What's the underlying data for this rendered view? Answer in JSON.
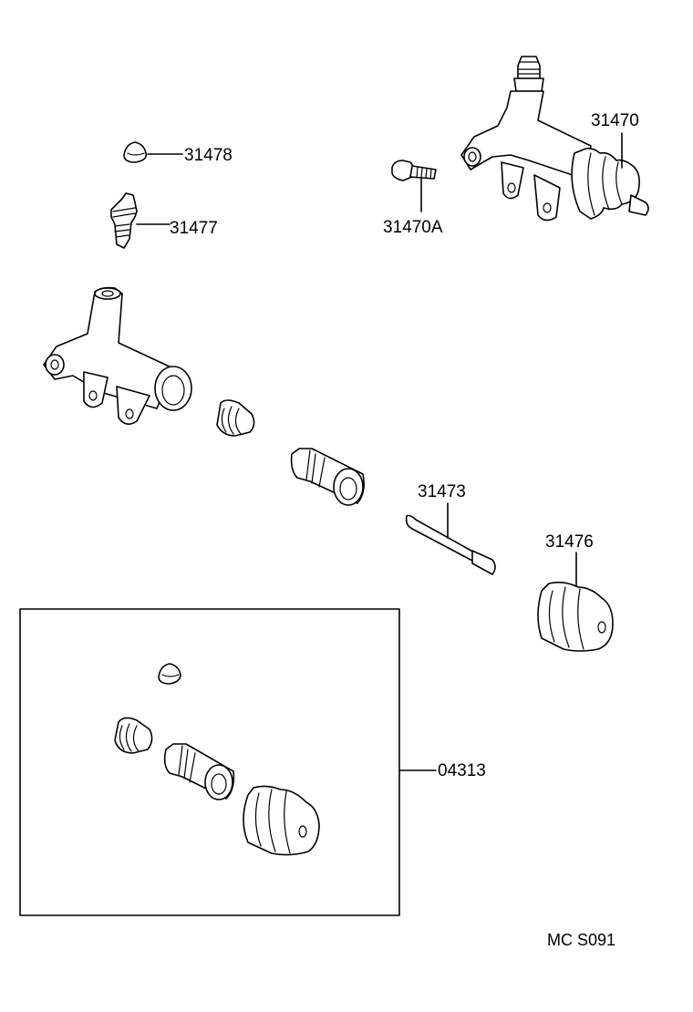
{
  "labels": {
    "cylinder_assy": "31470",
    "bolt": "31470A",
    "bleeder_cap": "31478",
    "bleeder_plug": "31477",
    "push_rod": "31473",
    "boot": "31476",
    "repair_kit": "04313"
  },
  "diagram_code": "MC S091"
}
